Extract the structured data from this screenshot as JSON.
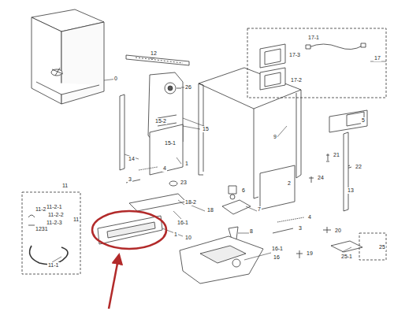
{
  "diagram": {
    "labels": [
      "0",
      "12",
      "26",
      "15-2",
      "15",
      "15-1",
      "17-1",
      "17-3",
      "17-2",
      "17",
      "5",
      "1",
      "14",
      "9",
      "21",
      "22",
      "24",
      "4",
      "3",
      "23",
      "6",
      "2",
      "13",
      "11",
      "11-2",
      "11-2-1",
      "11-2-2",
      "11-2-3",
      "1231",
      "11",
      "11-1",
      "18-2",
      "18",
      "16-1",
      "7",
      "1",
      "10",
      "8",
      "4",
      "3",
      "20",
      "16-1",
      "16",
      "19",
      "25-1",
      "25"
    ]
  }
}
